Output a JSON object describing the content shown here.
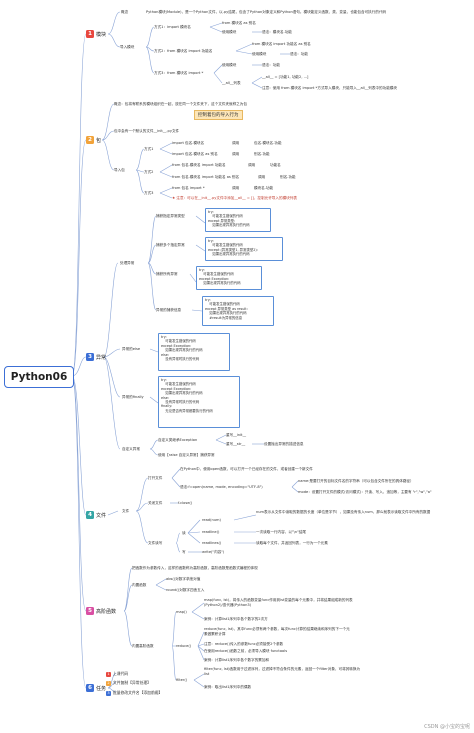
{
  "root": "Python06",
  "colors": {
    "c1": "#e8473f",
    "c2": "#f2a33a",
    "c3": "#3c6fd6",
    "c4": "#35a5a5",
    "c5": "#d94fa3",
    "c6": "#3c6fd6"
  },
  "c1": {
    "badge": "1",
    "title": "模块",
    "concept_label": "概念",
    "concept_text": "Python模块(Module)，是一个Python文件，以.py结尾，包含了Python对象定义和Python语句。模块能定义函数、类、变量，也能包含可执行的代码",
    "import_label": "导入模块",
    "m1": "方式1：import 模块名",
    "m1a": "from 模块名 as 别名",
    "m1b": "使用模块",
    "m1c": "语法：模块名.功能",
    "m2": "方式2：from 模块名 import 功能名",
    "m2a": "from 模块名 import 功能名 as 别名",
    "m2b": "使用模块",
    "m2c": "语法：功能",
    "m3": "方式3：from 模块名 import *",
    "m3a": "使用模块",
    "m3b": "语法：功能",
    "all_label": "__all__列表",
    "all_a": "__all__ = [功能1, 功能2, ...]",
    "all_b": "注意：使用 from 模块名 import *方式导入模块，只能导入__all__列表中的功能模块"
  },
  "c2": {
    "badge": "2",
    "title": "包",
    "concept_label": "概念：包将有联系的模块组织在一起，放在同一个文件夹下，这个文件夹就称之为包",
    "highlight": "控制着包的导入行为",
    "init_label": "包中会有一个默认的文件__init__.py文件",
    "import_label": "导入包",
    "w1": "方式1",
    "w1a": "import 包名.模块名",
    "w1b": "调用",
    "w1c": "包名.模块名.功能",
    "w1d": "import 包名.模块名 as 别名",
    "w1e": "调用",
    "w1f": "别名.功能",
    "w2": "方式2",
    "w2a": "from 包名.模块名 import 功能名",
    "w2b": "调用",
    "w2c": "功能名",
    "w2d": "from 包名.模块名 import 功能名 as 别名",
    "w2e": "调用",
    "w2f": "别名.功能",
    "w3": "方式3",
    "w3a": "from 包名 import *",
    "w3b": "调用",
    "w3c": "模块名.功能",
    "w3note": "注意：可以在__init__.py文件中添加__all__ = []，控制允许导入的模块列表"
  },
  "c3": {
    "badge": "3",
    "title": "异常",
    "handle_label": "处理异常",
    "h1": "捕获指定异常类型",
    "h1b": "try:\n    可能发生错误的代码\nexcept 异常类型:\n    如果出现异常执行的代码",
    "h2": "捕获多个指定异常",
    "h2b": "try:\n    可能发生错误的代码\nexcept (异常类型1, 异常类型2):\n    如果出现异常执行的代码",
    "h3": "捕获所有异常",
    "h3b": "try:\n    可能发生错误的代码\nexcept Exception:\n    如果出现异常执行的代码",
    "h4": "异常的捕获信息",
    "h4b": "try:\n    可能发生错误的代码\nexcept 异常类型 as result:\n    如果出现异常执行的代码\n    #result为异常的信息",
    "else_label": "异常的else",
    "elseb": "try:\n    可能发生错误的代码\nexcept Exception:\n    如果出现异常执行的代码\nelse:\n    没有异常时执行的代码",
    "finally_label": "异常的finally",
    "finallyb": "try:\n    可能发生错误的代码\nexcept Exception:\n    如果出现异常执行的代码\nelse:\n    没有异常时执行的代码\nfinally:\n    无论是否有异常都要执行的代码",
    "custom_label": "自定义异常",
    "cust1": "自定义类继承Exception",
    "cust1a": "重写__init__",
    "cust1b": "重写__str__",
    "cust1c": "设置抛出异常的描述信息",
    "cust2": "使用【raise 自定义异常】捕获异常"
  },
  "c4": {
    "badge": "4",
    "title": "文件",
    "file_label": "文件",
    "open_label": "打开文件",
    "o1": "在Python中，使用open函数，可以打开一个已经存在的文件，或者创建一个新文件",
    "o2": "语法:f=open(name, mode, encoding=\"UTF-8\")",
    "o2a": "name:是要打开的目标文件名的字符串（可以包含文件所在的具体路径）",
    "o2b": "mode：设置打开文件的模式(访问模式)：只读、写入、追加等，主要有 \"r\",\"w\",\"a\"",
    "close_label": "关闭文件",
    "close_a": "f.close()",
    "rw_label": "文件读写",
    "read_label": "读",
    "r1": "read(num)",
    "r1a": "num表示从文件中读取的数据的长度（单位是字节），如果没有传入num，那么就表示读取文件中所有的数据",
    "r2": "readline()",
    "r2a": "一次读取一行内容，以\"\\n\"结尾",
    "r3": "readlines()",
    "r3a": "读取每个文件，并返回列表，一行为一个元素",
    "write_label": "写",
    "w1": "write(\"内容\")"
  },
  "c5": {
    "badge": "5",
    "title": "高阶函数",
    "concept": "把函数作为参数传入，这样的函数称为高阶函数，高阶函数是函数式编程的体现",
    "builtin_label": "内置函数",
    "b1": "abs()对数字求绝对值",
    "b2": "round()对数字四舍五入",
    "higher_label": "内置高阶函数",
    "map": "map()",
    "map1": "map(func, lst)，将传入的函数变量func作用到lst变量的每个元素中，并将结果组成新的列表(Python2)/迭代器(Python3)",
    "map2": "案例：计算list1序列中各个数字的2次方",
    "reduce": "reduce()",
    "red1": "reduce(func, lst)，其中func必须有两个参数，每次func计算的结果继续和序列的下一个元素做累积计算",
    "red2": "注意：reduce()传入的参数func必须接受2个参数",
    "red3": "在使用reduce()函数之前，必须导入模块 functools",
    "red4": "案例：计算list1序列中各个数字的累加和",
    "filter": "filter()",
    "fil1": "filter(func, lst)函数用于过滤序列，过滤掉不符合条件的元素，返回一个filter对象，可将其转换为list",
    "fil2": "案例：取出list1序列中的偶数"
  },
  "c6": {
    "badge": "6",
    "title": "任务",
    "t1": "上课代码",
    "t2": "文件复制【异常处理】",
    "t3": "批量修改文件名【添加前缀】"
  },
  "watermark": "CSDN @小宝的宝呢"
}
